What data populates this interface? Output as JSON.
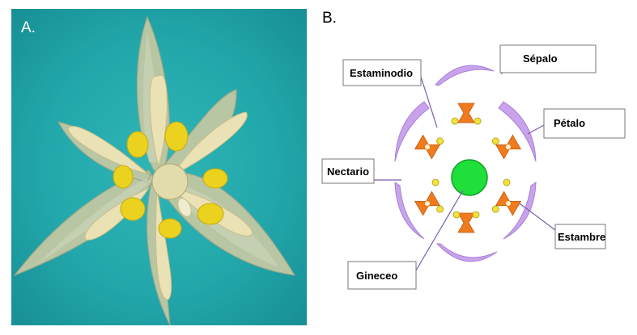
{
  "panel_a": {
    "label": "A."
  },
  "panel_b": {
    "label": "B.",
    "callouts": {
      "sepalo": "Sépalo",
      "estaminodio": "Estaminodio",
      "petalo": "Pétalo",
      "nectario": "Nectario",
      "estambre": "Estambre",
      "gineceo": "Gineceo"
    }
  },
  "colors": {
    "photo_background": "#22a7ab",
    "sepal_petal": "#c9a2ec",
    "sepal_petal_stroke": "#a77fd6",
    "stamen_orange": "#f07a1e",
    "anther_yellow": "#f5e13a",
    "gynoecium": "#1fe03a",
    "leader_line": "#7a5bb0"
  }
}
